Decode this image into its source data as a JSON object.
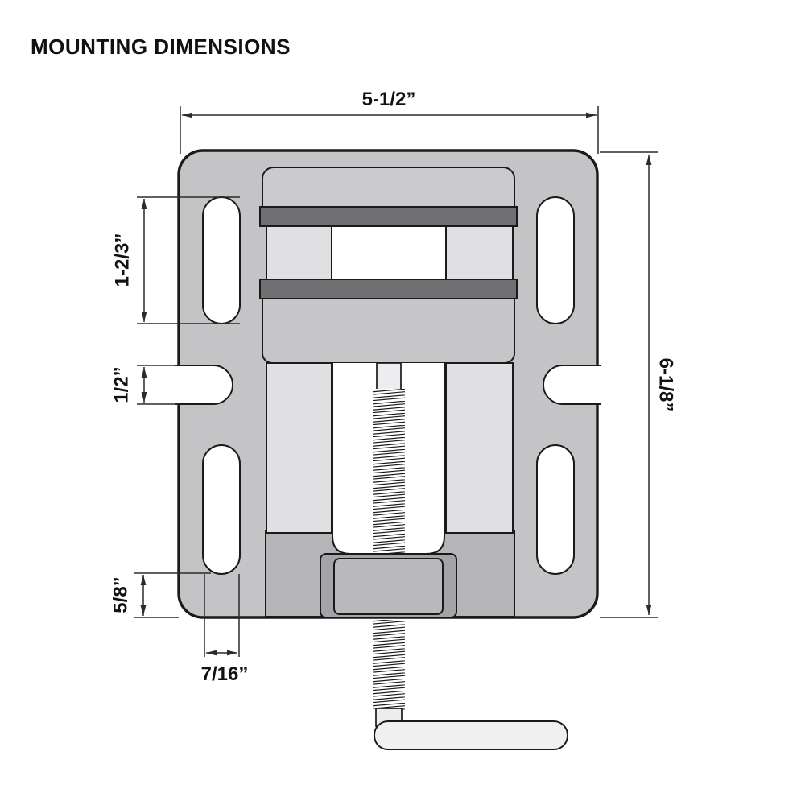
{
  "title": "MOUNTING DIMENSIONS",
  "dimensions": {
    "overall_width": "5-1/2”",
    "overall_height": "6-1/8”",
    "slot_length": "1-2/3”",
    "side_notch": "1/2”",
    "slot_bottom_offset": "5/8”",
    "slot_width": "7/16”"
  },
  "colors": {
    "base_plate": "#c4c4c7",
    "jaw_block_top": "#cbcbce",
    "jaw_body": "#c6c6c9",
    "jaw_face_dark": "#707073",
    "slide_light": "#e0e0e2",
    "front_base": "#b5b5b8",
    "nut_housing": "#a4a4a8",
    "nut_inner": "#b9b9bc",
    "screw_shaft": "#ededef",
    "handle": "#f0f0f1",
    "cutout_white": "#ffffff",
    "outline": "#1a1a1a",
    "dimension_line": "#2b2b2b"
  }
}
